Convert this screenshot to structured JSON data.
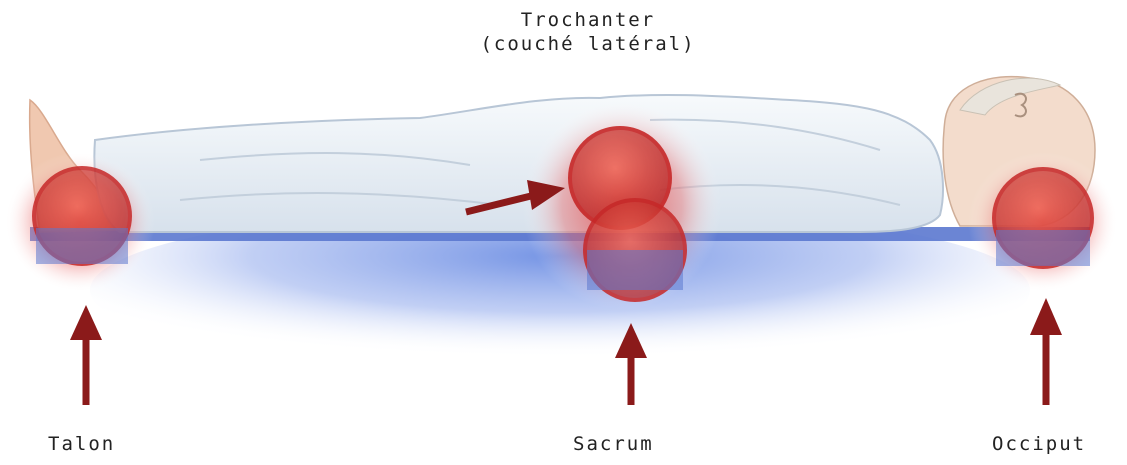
{
  "labels": {
    "trochanter_line1": "Trochanter",
    "trochanter_line2": "(couché latéral)",
    "talon": "Talon",
    "sacrum": "Sacrum",
    "occiput": "Occiput"
  },
  "colors": {
    "marker_red": "#c62828",
    "arrow_red": "#8b1a1a",
    "mattress_blue": "#5b7fd6",
    "sheet_white": "#eef3f8",
    "skin": "#f2d6c4"
  },
  "pressure_points": [
    "Talon",
    "Trochanter",
    "Sacrum",
    "Occiput"
  ]
}
